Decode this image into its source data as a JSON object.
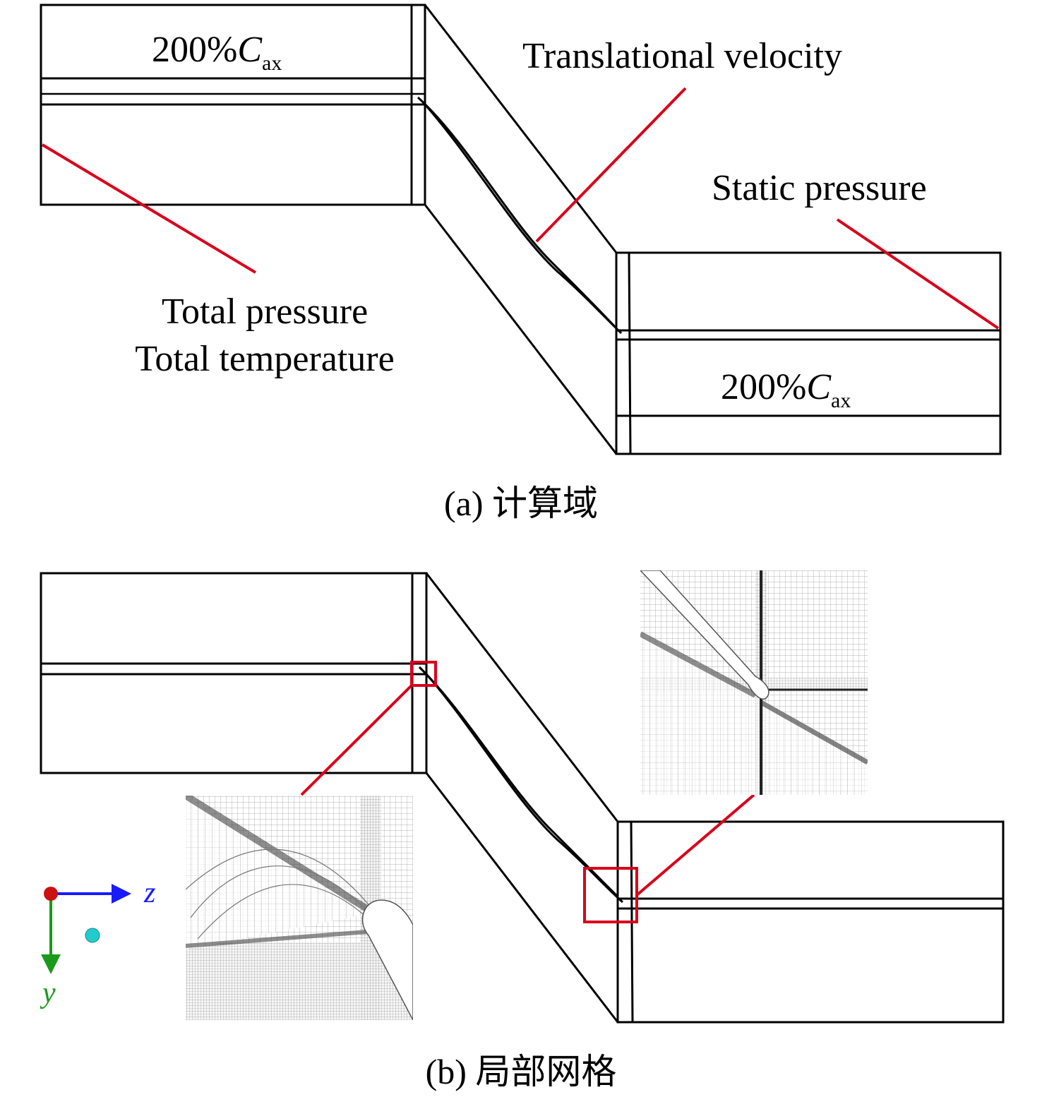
{
  "panel_a": {
    "inlet_width_label": {
      "main": "200%",
      "var": "C",
      "sub": "ax"
    },
    "outlet_width_label": {
      "main": "200%",
      "var": "C",
      "sub": "ax"
    },
    "translational_velocity": "Translational velocity",
    "static_pressure": "Static pressure",
    "total_pressure": "Total pressure",
    "total_temperature": "Total temperature",
    "caption": "(a) 计算域"
  },
  "panel_b": {
    "caption": "(b) 局部网格"
  },
  "axes": {
    "z_label": "z",
    "y_label": "y"
  },
  "colors": {
    "boundary_line": "#000000",
    "highlight_red": "#d9001b",
    "z_axis": "#1a1aff",
    "y_axis": "#1a9a1a",
    "origin": "#cc1111",
    "x_dot": "#22cccc"
  }
}
